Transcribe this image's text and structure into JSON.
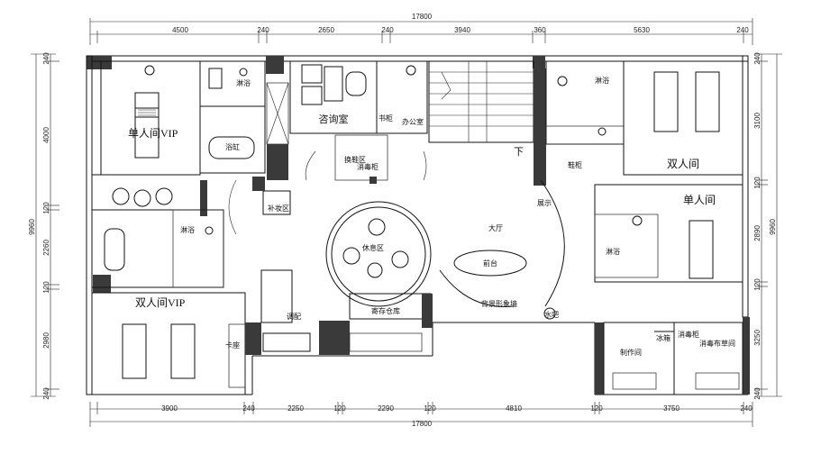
{
  "dimensions": {
    "top_total": "17800",
    "bottom_total": "17800",
    "top_segments": [
      "4500",
      "240",
      "2650",
      "240",
      "3940",
      "360",
      "5630",
      "240"
    ],
    "top_left_edge": "240",
    "bottom_segments": [
      "3900",
      "240",
      "2250",
      "120",
      "2290",
      "120",
      "4810",
      "120",
      "3750",
      "240"
    ],
    "left_total": "9960",
    "left_segments": [
      "240",
      "4000",
      "120",
      "2260",
      "120",
      "2980",
      "240"
    ],
    "right_total": "9960",
    "right_segments": [
      "240",
      "3100",
      "120",
      "2890",
      "120",
      "3250",
      "240"
    ]
  },
  "rooms": {
    "single_vip": "单人间VIP",
    "shower_1": "淋浴",
    "tub_1": "浴缸",
    "consult": "咨询室",
    "study": "书柜",
    "office": "办公室",
    "shoe_change": "换鞋区",
    "disinfect_cabinet": "消毒柜",
    "makeup": "补妆区",
    "down": "下",
    "lobby": "大厅",
    "reception": "前台",
    "display": "展示",
    "rest_area": "休息区",
    "image_wall": "背景形象墙",
    "water_bar": "水吧",
    "shower_2": "淋浴",
    "double_vip": "双人间VIP",
    "dispense": "调配",
    "storage": "寄存仓库",
    "card_seat": "卡座",
    "shower_3": "淋浴",
    "double": "双人间",
    "single": "单人间",
    "shower_4": "淋浴",
    "shoe_cabinet": "鞋柜",
    "production": "制作间",
    "freezer": "冰箱",
    "disinfect_cloth": "消毒布草间",
    "disinfect_cabinet2": "消毒柜"
  }
}
